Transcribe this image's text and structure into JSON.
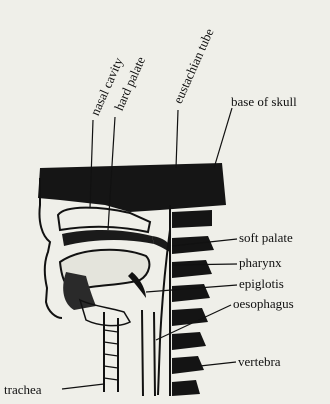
{
  "diagram": {
    "labels": {
      "base_of_skull": "base of skull",
      "soft_palate": "soft palate",
      "pharynx": "pharynx",
      "epiglottis": "epiglotis",
      "oesophagus": "oesophagus",
      "vertebra": "vertebra",
      "trachea": "trachea",
      "nasal_cavity": "nasal cavity",
      "hard_palate": "hard palate",
      "eustachian_tube": "eustachian tube"
    },
    "colors": {
      "background": "#efefe9",
      "ink": "#111111"
    }
  }
}
